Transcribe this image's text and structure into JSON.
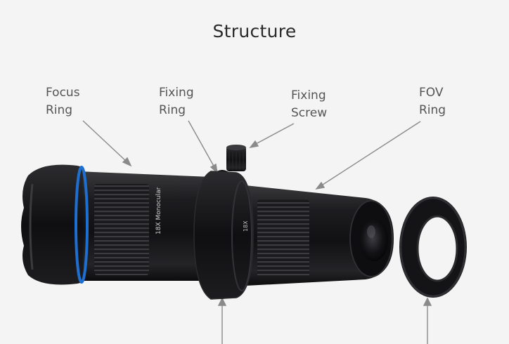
{
  "title": "Structure",
  "labels": {
    "focus_ring": [
      "Focus",
      "Ring"
    ],
    "fixing_ring": [
      "Fixing",
      "Ring"
    ],
    "fixing_screw": [
      "Fixing",
      "Screw"
    ],
    "fov_ring": [
      "FOV",
      "Ring"
    ]
  },
  "lens_marking": "18X Monocular",
  "lens_marking_short": "18X",
  "colors": {
    "background": "#f4f4f4",
    "lens_body": "#1b1b1d",
    "accent_ring": "#1f6fd1",
    "arrow": "#8a8a8a"
  }
}
